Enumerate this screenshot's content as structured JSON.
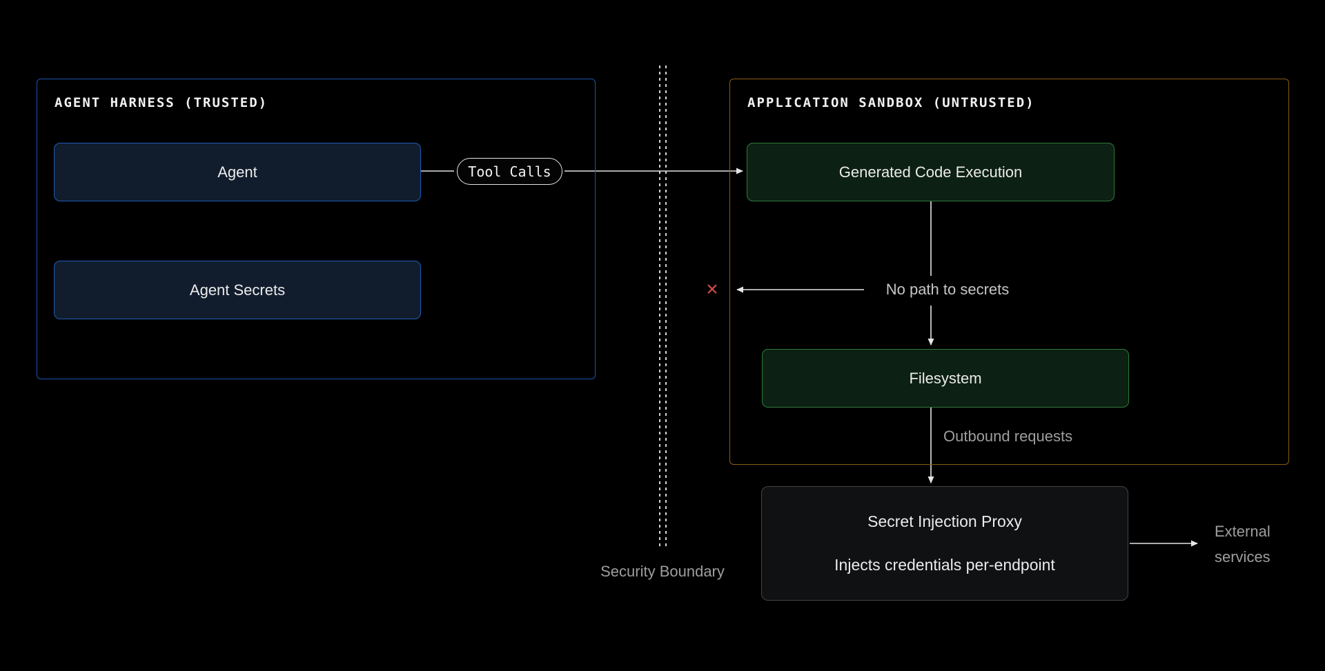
{
  "colors": {
    "background": "#000000",
    "blue_border": "#1f5bb5",
    "blue_fill": "#111d2d",
    "trusted_outline": "#1c55b0",
    "green_border": "#2f7c3a",
    "green_fill": "#0c2013",
    "untrusted_outline": "#8a5c16",
    "proxy_border": "#434549",
    "proxy_fill": "#101113",
    "line": "#e6e6e6",
    "muted_text": "#9e9e9e",
    "bright_text": "#ebebeb",
    "header_text": "#f2f2f2",
    "blocked_x": "#cd4b40",
    "no_path_text": "#c6c6c6"
  },
  "trusted": {
    "title": "AGENT HARNESS (TRUSTED)",
    "agent_label": "Agent",
    "secrets_label": "Agent Secrets"
  },
  "untrusted": {
    "title": "APPLICATION SANDBOX (UNTRUSTED)",
    "code_exec_label": "Generated Code Execution",
    "filesystem_label": "Filesystem"
  },
  "proxy": {
    "title": "Secret Injection Proxy",
    "subtitle": "Injects credentials per-endpoint"
  },
  "connectors": {
    "tool_calls_label": "Tool Calls",
    "no_path_label": "No path to secrets",
    "blocked_mark": "✕",
    "outbound_label": "Outbound requests",
    "boundary_label": "Security Boundary",
    "external_line1": "External",
    "external_line2": "services"
  }
}
